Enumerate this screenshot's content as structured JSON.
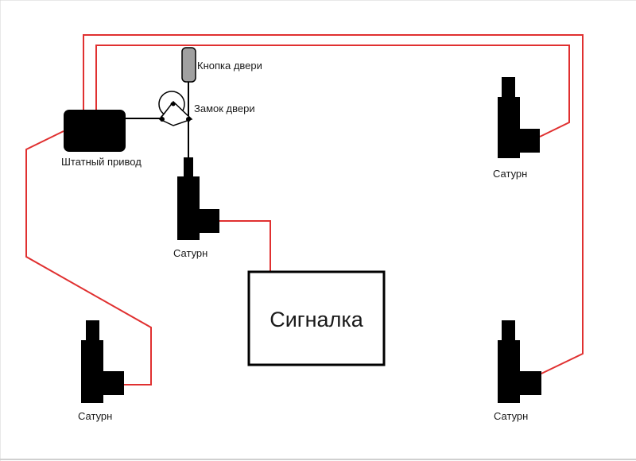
{
  "labels": {
    "button": "Кнопка двери",
    "lock": "Замок двери",
    "stock_drive": "Штатный привод",
    "alarm": "Сигналка",
    "actuator_center": "Сатурн",
    "actuator_top_right": "Сатурн",
    "actuator_bottom_left": "Сатурн",
    "actuator_bottom_right": "Сатурн"
  },
  "colors": {
    "wire": "#e03030",
    "ink": "#000000",
    "button_fill": "#a0a0a0",
    "background": "#ffffff"
  }
}
